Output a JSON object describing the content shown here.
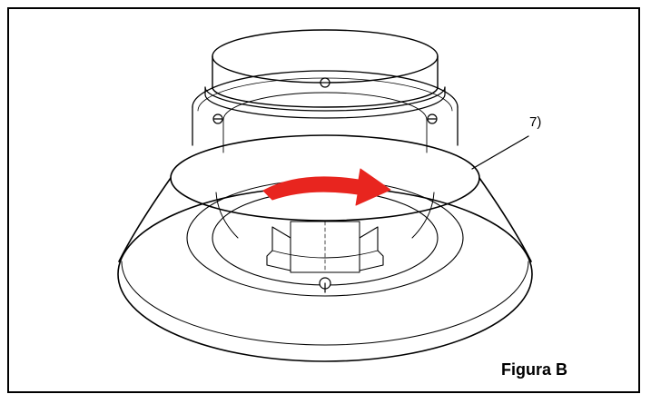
{
  "figure": {
    "caption": "Figura B",
    "callout_label": "7)"
  },
  "arrow": {
    "color": "#e8251f",
    "direction": "clockwise"
  },
  "line_color": "#000000"
}
